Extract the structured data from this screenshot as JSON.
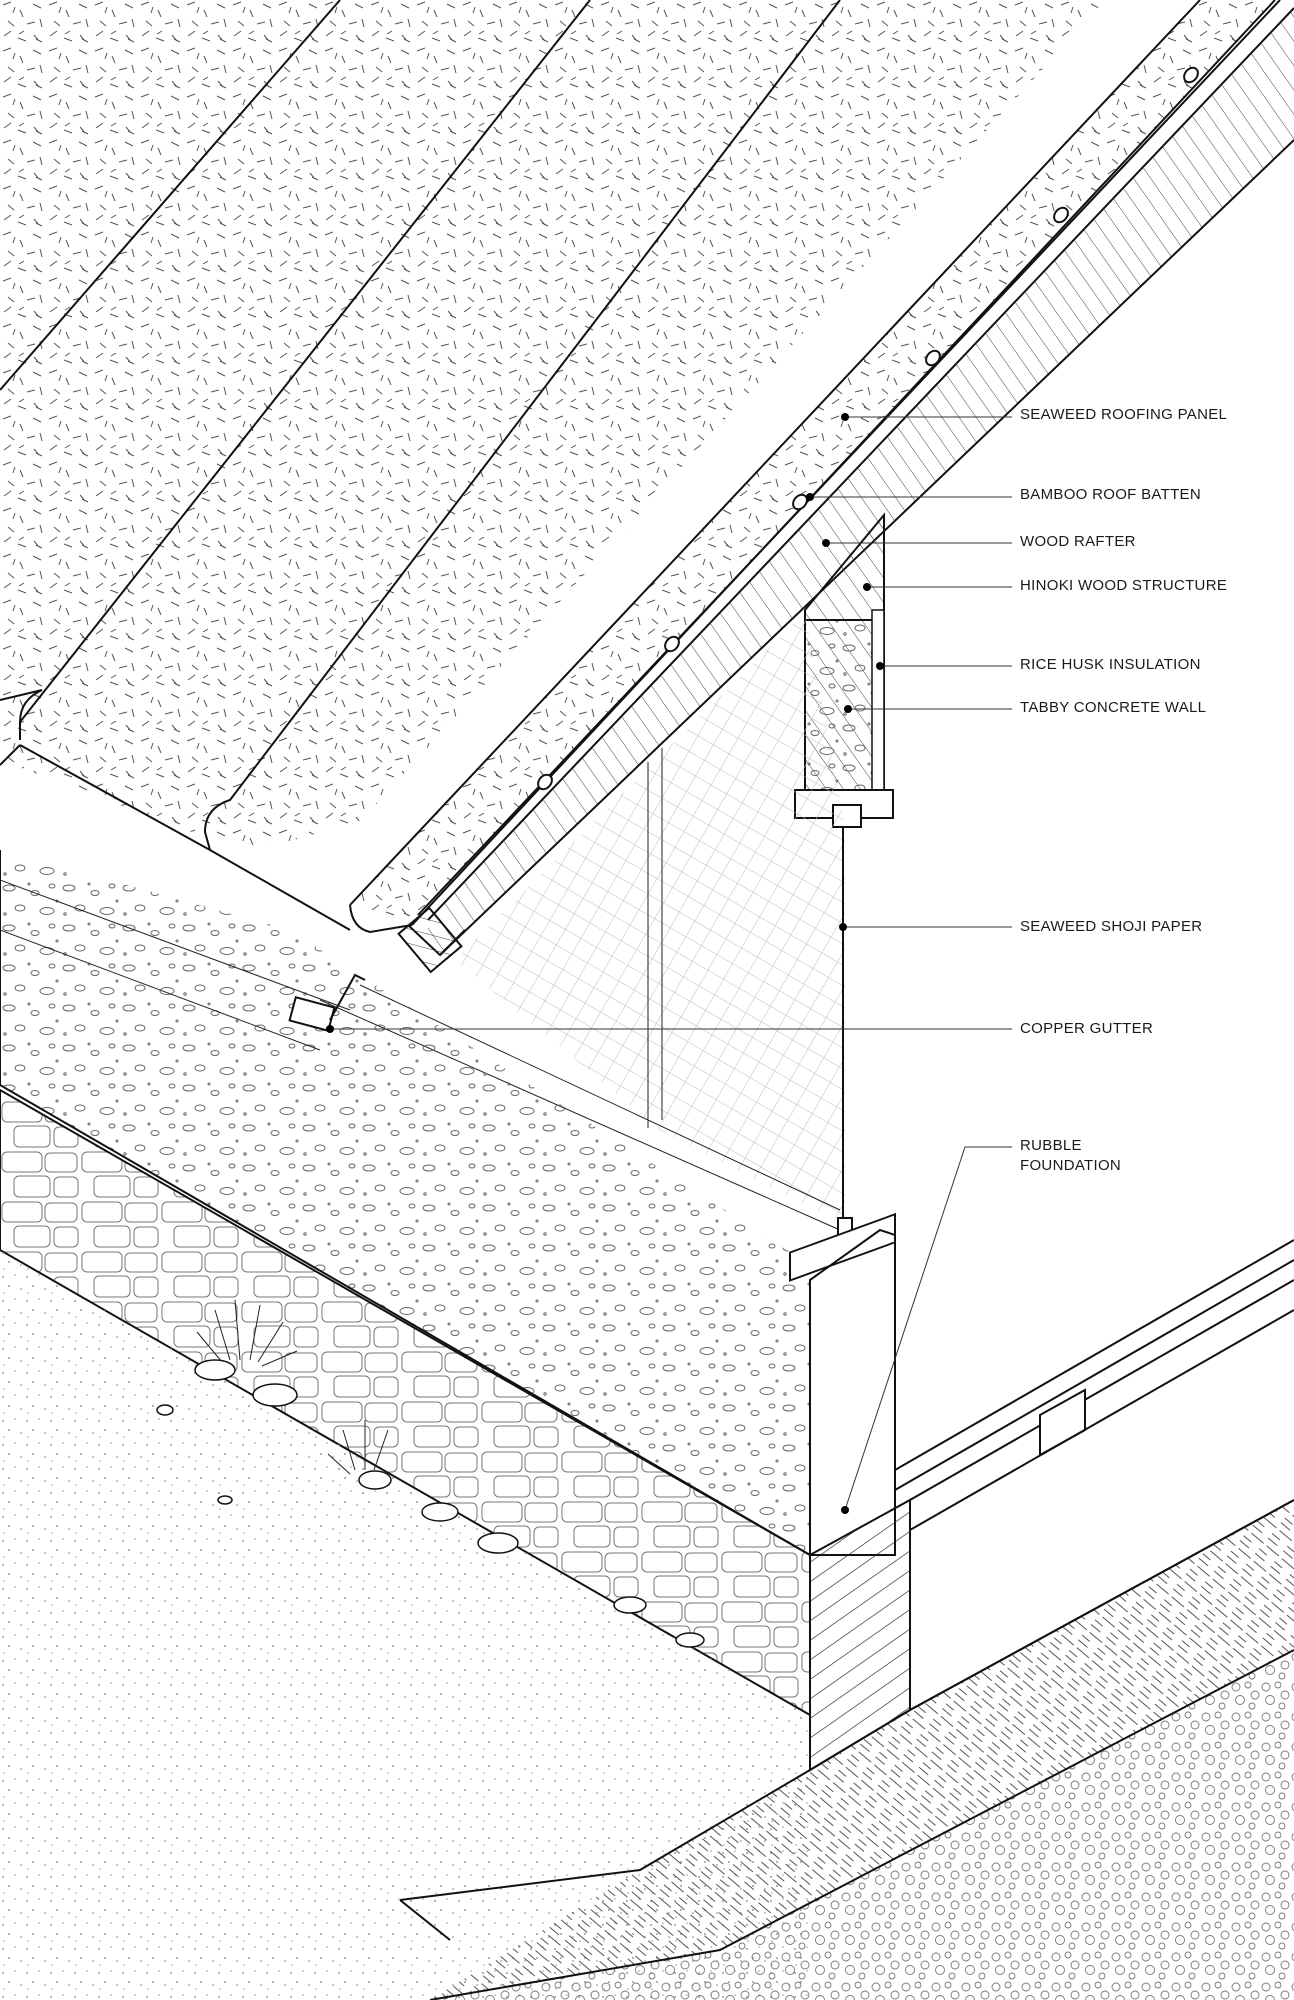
{
  "labels": {
    "seaweed_roofing_panel": "SEAWEED ROOFING PANEL",
    "bamboo_roof_batten": "BAMBOO ROOF BATTEN",
    "wood_rafter": "WOOD RAFTER",
    "hinoki_wood_structure": "HINOKI WOOD STRUCTURE",
    "rice_husk_insulation": "RICE HUSK INSULATION",
    "tabby_concrete_wall": "TABBY CONCRETE WALL",
    "seaweed_shoji_paper": "SEAWEED SHOJI PAPER",
    "copper_gutter": "COPPER GUTTER",
    "rubble_foundation_line1": "RUBBLE",
    "rubble_foundation_line2": "FOUNDATION"
  }
}
